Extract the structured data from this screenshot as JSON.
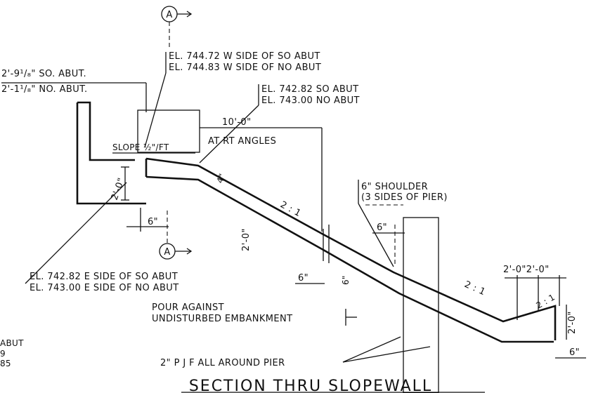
{
  "drawing": {
    "title": "SECTION THRU SLOPEWALL",
    "notes": {
      "abut_width_so": "2'-9¹/₈\" SO. ABUT.",
      "abut_width_no": "2'-1¹/₈\" NO. ABUT.",
      "el_w_side_so": "EL. 744.72  W SIDE OF SO ABUT",
      "el_w_side_no": "EL. 744.83  W SIDE OF NO ABUT",
      "el_so_abut": "EL. 742.82  SO ABUT",
      "el_no_abut": "EL. 743.00  NO ABUT",
      "dim_10_0": "10'-0\"",
      "at_rt_angles": "AT RT ANGLES",
      "slope": "SLOPE ½\"/FT",
      "dim_2_0_left": "2'-0\"",
      "dim_4": "4\"",
      "dim_6_left": "6\"",
      "el_e_side_so": "EL. 742.82  E SIDE OF SO ABUT",
      "el_e_side_no": "EL. 743.00  E SIDE OF NO ABUT",
      "slope_2_1_a": "2 : 1",
      "dim_2_0_mid": "2'-0\"",
      "shoulder_1": "6\" SHOULDER",
      "shoulder_2": "(3 SIDES OF PIER)",
      "dim_6_mid": "6\"",
      "dim_6_low": "6\"",
      "dim_6_pier": "6\"",
      "pour_1": "POUR  AGAINST",
      "pour_2": "UNDISTURBED  EMBANKMENT",
      "slope_2_1_b": "2 : 1",
      "dim_2_0_2_0": "2'-0\"2'-0\"",
      "slope_2_1_c": "2 : 1",
      "dim_2_0_right": "2'-0\"",
      "dim_6_right": "6\"",
      "pjf": "2\" P J F  ALL  AROUND  PIER",
      "cut_a_top": "A",
      "cut_a_bottom": "A",
      "frag_1": "ABUT",
      "frag_2": "9",
      "frag_3": "85"
    }
  }
}
